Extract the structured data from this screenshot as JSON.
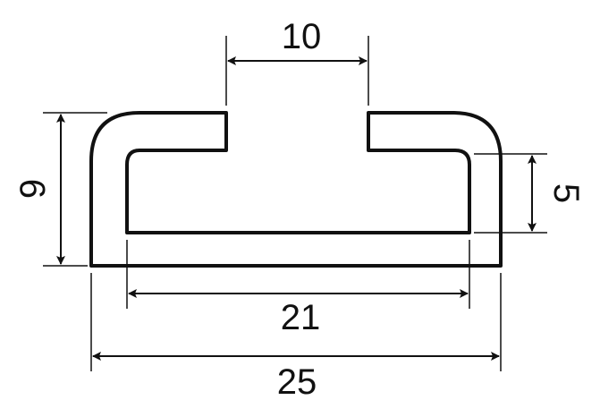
{
  "dimensions": {
    "slot_width": "10",
    "outer_height": "9",
    "inner_height": "5",
    "inner_width": "21",
    "outer_width": "25"
  },
  "colors": {
    "stroke": "#111111",
    "background": "#ffffff"
  }
}
